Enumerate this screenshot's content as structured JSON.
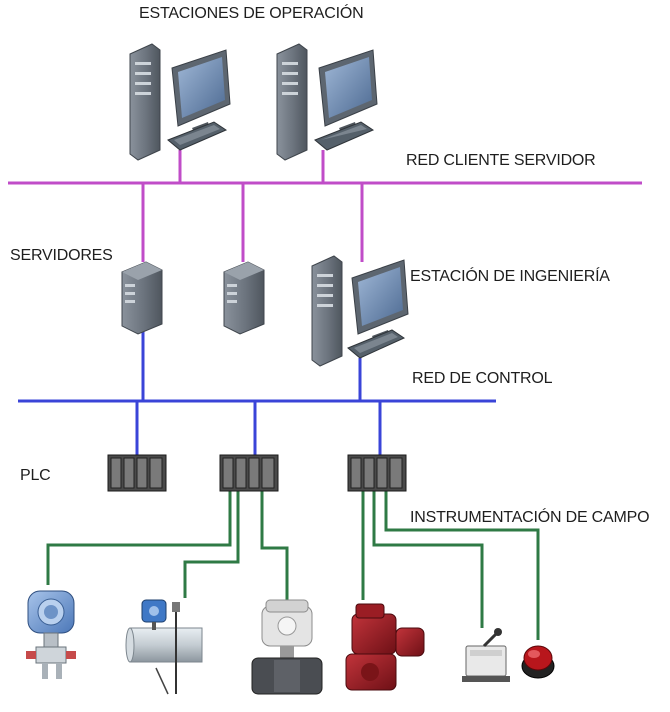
{
  "labels": {
    "operation_stations": "ESTACIONES DE OPERACIÓN",
    "client_server_network": "RED CLIENTE SERVIDOR",
    "servers": "SERVIDORES",
    "engineering_station": "ESTACIÓN DE INGENIERÍA",
    "control_network": "RED DE CONTROL",
    "plc": "PLC",
    "field_instrumentation": "INSTRUMENTACIÓN DE CAMPO"
  },
  "colors": {
    "client_server_network": "#c04dc8",
    "control_network": "#3a44d8",
    "field_bus": "#2f7a45",
    "computer_body": "#6d7580",
    "plc_body": "#5c5c5c"
  },
  "icons": {
    "workstation": "desktop-computer-icon",
    "server": "server-tower-icon",
    "plc_rack": "plc-rack-icon",
    "pressure_transmitter": "pressure-transmitter-icon",
    "flow_meter": "flow-meter-icon",
    "valve_actuator": "valve-actuator-icon",
    "red_valve": "red-valve-actuator-icon",
    "limit_switch": "limit-switch-icon",
    "push_button": "push-button-icon"
  }
}
